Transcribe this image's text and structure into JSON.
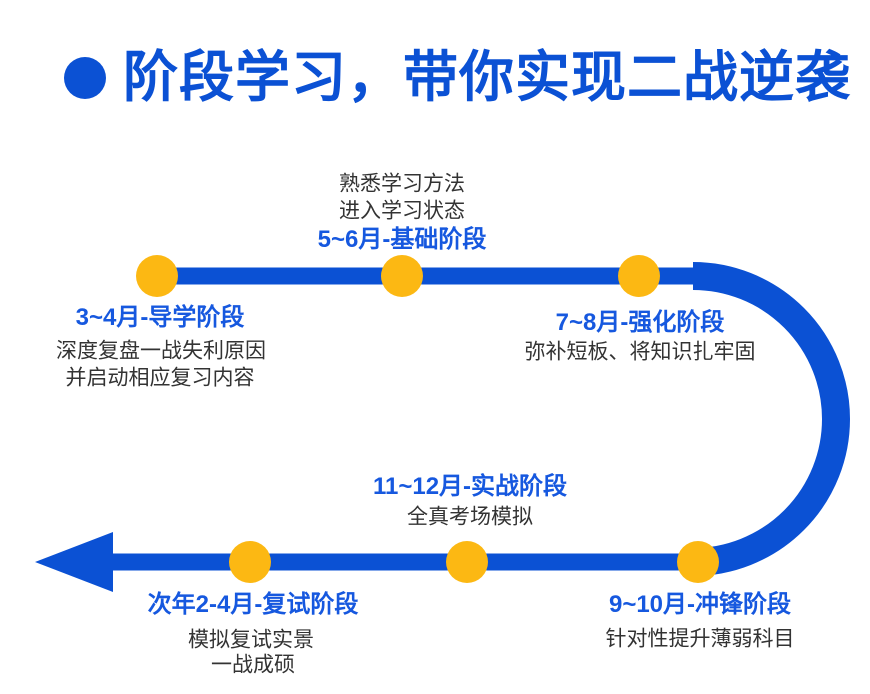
{
  "header": {
    "bullet_icon": "circle-bullet",
    "title": "阶段学习，带你实现二战逆袭"
  },
  "colors": {
    "line_blue": "#0B51D4",
    "label_blue": "#1658DF",
    "dot_orange": "#FCB813",
    "desc_text": "#333333",
    "background": "#FFFFFF"
  },
  "timeline": {
    "shape": "top row left-to-right, U-curve on right side, bottom row right-to-left ending in left arrow",
    "dot_count": 6,
    "stages": [
      {
        "label": "3~4月-导学阶段",
        "desc": [
          "深度复盘一战失利原因",
          "并启动相应复习内容"
        ],
        "row": "top",
        "desc_position": "below"
      },
      {
        "label": "5~6月-基础阶段",
        "desc": [
          "熟悉学习方法",
          "进入学习状态"
        ],
        "row": "top",
        "desc_position": "above"
      },
      {
        "label": "7~8月-强化阶段",
        "desc": [
          "弥补短板、将知识扎牢固"
        ],
        "row": "top",
        "desc_position": "below"
      },
      {
        "label": "9~10月-冲锋阶段",
        "desc": [
          "针对性提升薄弱科目"
        ],
        "row": "bottom",
        "desc_position": "below"
      },
      {
        "label": "11~12月-实战阶段",
        "desc": [
          "全真考场模拟"
        ],
        "row": "bottom",
        "desc_position": "above"
      },
      {
        "label": "次年2-4月-复试阶段",
        "desc": [
          "模拟复试实景",
          "一战成硕"
        ],
        "row": "bottom",
        "desc_position": "below"
      }
    ]
  }
}
